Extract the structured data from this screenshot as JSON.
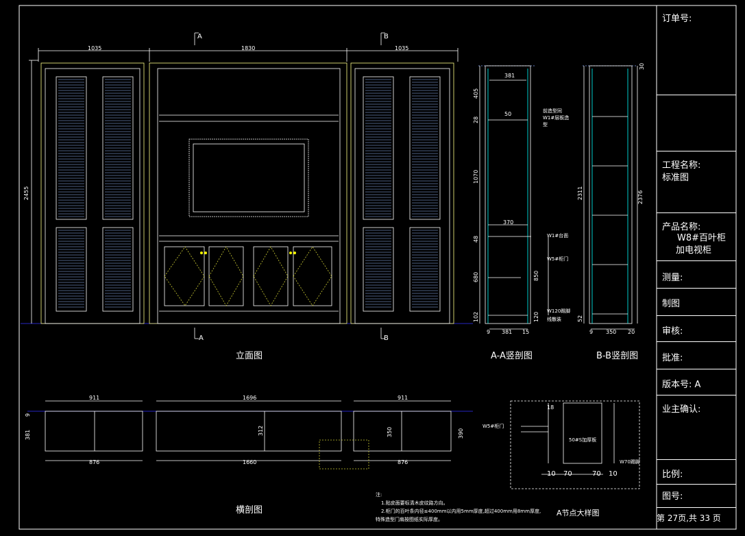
{
  "title_block": {
    "order_no": "订单号:",
    "project_label": "工程名称:",
    "project_value": "标准图",
    "product_label": "产品名称:",
    "product_value_1": "W8#百叶柜",
    "product_value_2": "加电视柜",
    "measure": "测量:",
    "drawing": "制图",
    "review": "审核:",
    "approve": "批准:",
    "version": "版本号: A",
    "owner_confirm": "业主确认:",
    "scale": "比例:",
    "drawing_no": "图号:",
    "page": "第  27页,共 33 页"
  },
  "views": {
    "elevation": "立面图",
    "section_aa": "A-A竖剖图",
    "section_bb": "B-B竖剖图",
    "plan_section": "横剖图",
    "detail": "A节点大样图"
  },
  "section_marks": {
    "a": "A",
    "b": "B"
  },
  "elevation_dims": {
    "left": "1035",
    "center": "1830",
    "right": "1035",
    "height": "2455"
  },
  "section_aa_dims": {
    "top": "381",
    "d405": "405",
    "d28": "28",
    "d1070": "1070",
    "d48": "48",
    "d680": "680",
    "d102": "102",
    "width370": "370",
    "d50": "50",
    "d850": "850",
    "d120": "120",
    "b9": "9",
    "b381": "381",
    "b15": "15"
  },
  "section_aa_callouts": {
    "c1_1": "前造型同",
    "c1_2": "W1#层板造",
    "c1_3": "型",
    "c2": "W1#台面",
    "c3": "W5#柜门",
    "c4_1": "W120踢脚",
    "c4_2": "线散装"
  },
  "section_bb_dims": {
    "d30": "30",
    "d2311": "2311",
    "d2376": "2376",
    "d52": "52",
    "b9": "9",
    "b350": "350",
    "b20": "20"
  },
  "plan_dims": {
    "top_left": "911",
    "top_center": "1696",
    "top_right": "911",
    "bot_left": "876",
    "bot_center": "1660",
    "bot_right": "876",
    "d381": "381",
    "d312": "312",
    "d350": "350",
    "d390": "390",
    "d9": "9"
  },
  "detail_dims": {
    "d18": "18",
    "w10a": "10",
    "w70a": "70",
    "w70b": "70",
    "w10b": "10",
    "c_door": "W5#柜门",
    "c_plank": "50#S加厚板",
    "c_foot": "W70踢脚"
  },
  "notes": {
    "head": "注:",
    "l1": "1.贴皮面要标清木皮纹路方向。",
    "l2": "2.柜门的百叶条内径≤400mm以内用5mm厚度,超过400mm用8mm厚度,",
    "l3": "特殊造型门扇按图纸实际厚度。"
  }
}
